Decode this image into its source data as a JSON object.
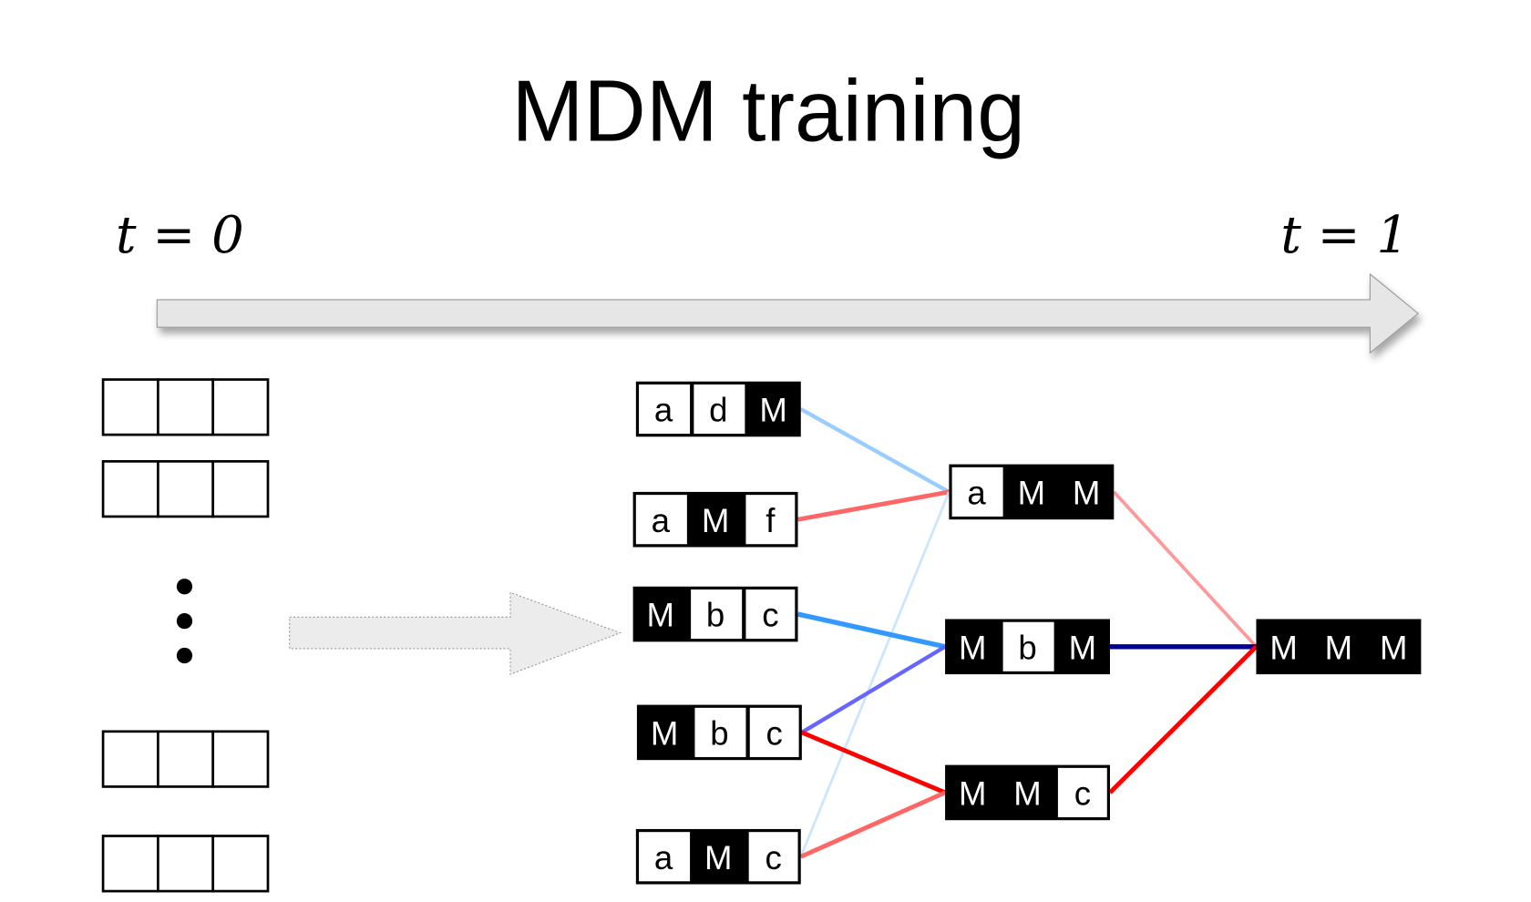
{
  "title": "MDM training",
  "t_start": "t = 0",
  "t_end": "t = 1",
  "empty_sequences": 4,
  "ellipsis": "⋮",
  "mask_token": "M",
  "column1": [
    {
      "tokens": [
        "a",
        "d",
        "M"
      ]
    },
    {
      "tokens": [
        "a",
        "M",
        "f"
      ]
    },
    {
      "tokens": [
        "M",
        "b",
        "c"
      ]
    },
    {
      "tokens": [
        "M",
        "b",
        "c"
      ]
    },
    {
      "tokens": [
        "a",
        "M",
        "c"
      ]
    }
  ],
  "column2": [
    {
      "tokens": [
        "a",
        "M",
        "M"
      ]
    },
    {
      "tokens": [
        "M",
        "b",
        "M"
      ]
    },
    {
      "tokens": [
        "M",
        "M",
        "c"
      ]
    }
  ],
  "column3": [
    {
      "tokens": [
        "M",
        "M",
        "M"
      ]
    }
  ],
  "edges": [
    {
      "from": "c1-0",
      "to": "c2-0",
      "color": "#99ccff"
    },
    {
      "from": "c1-1",
      "to": "c2-0",
      "color": "#ff6666"
    },
    {
      "from": "c1-4",
      "to": "c2-0",
      "color": "#cce5ff"
    },
    {
      "from": "c1-2",
      "to": "c2-1",
      "color": "#3399ff"
    },
    {
      "from": "c1-3",
      "to": "c2-1",
      "color": "#6666ff"
    },
    {
      "from": "c1-3",
      "to": "c2-2",
      "color": "#ff0000"
    },
    {
      "from": "c1-4",
      "to": "c2-2",
      "color": "#ff6666"
    },
    {
      "from": "c2-0",
      "to": "c3-0",
      "color": "#ff9999"
    },
    {
      "from": "c2-1",
      "to": "c3-0",
      "color": "#000099"
    },
    {
      "from": "c2-2",
      "to": "c3-0",
      "color": "#ff0000"
    }
  ]
}
